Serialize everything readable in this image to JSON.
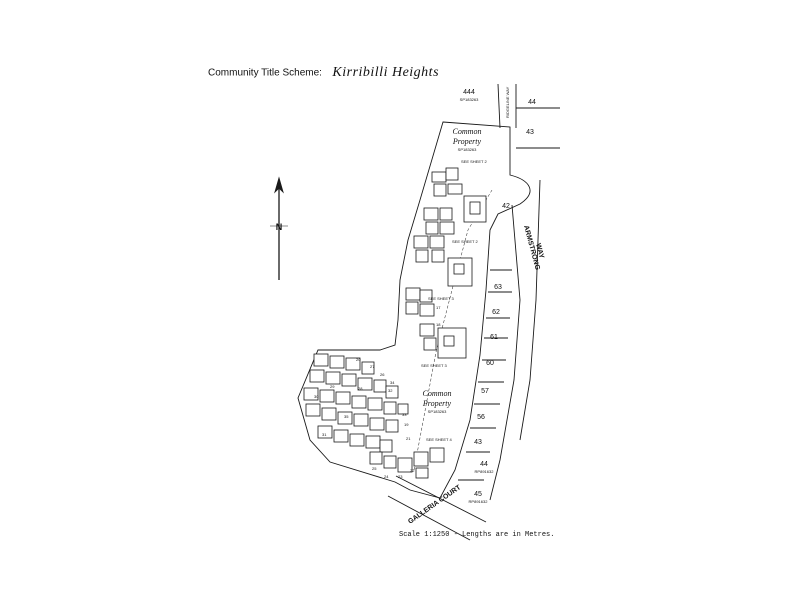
{
  "title": {
    "prefix": "Community Title Scheme:",
    "name": "Kirribilli Heights"
  },
  "scale_note": "Scale 1:1250 - Lengths are in Metres.",
  "north_label": "N",
  "common_property": [
    {
      "line1": "Common",
      "line2": "Property",
      "plan": "SP183263"
    },
    {
      "line1": "Common",
      "line2": "Property",
      "plan": "SP183263"
    }
  ],
  "streets": {
    "armstrong_1": "ARMSTRONG",
    "armstrong_2": "WAY",
    "galleria": "GALLERIA COURT",
    "ridgeline": "RIDGELINE WAY"
  },
  "adjoining_lots": {
    "lot_444": {
      "number": "444",
      "plan": "SP183263"
    },
    "lot_44_top": "44",
    "lot_43_top": "43",
    "lot_42": "42",
    "lot_63": "63",
    "lot_62": "62",
    "lot_61": "61",
    "lot_60": "60",
    "lot_57": "57",
    "lot_56": "56",
    "lot_43_lower": "43",
    "lot_44_lower": {
      "number": "44",
      "plan": "RP891632"
    },
    "lot_45": {
      "number": "45",
      "plan": "RP891632"
    }
  },
  "see_sheets": [
    "SEE SHEET 2",
    "SEE SHEET 2",
    "SEE SHEET 3",
    "SEE SHEET 3",
    "SEE SHEET 4"
  ],
  "unit_numbers": [
    "17",
    "18",
    "19",
    "20",
    "21",
    "22",
    "23",
    "24",
    "25",
    "26",
    "27",
    "28",
    "29",
    "30",
    "31",
    "32",
    "33",
    "34",
    "35"
  ]
}
